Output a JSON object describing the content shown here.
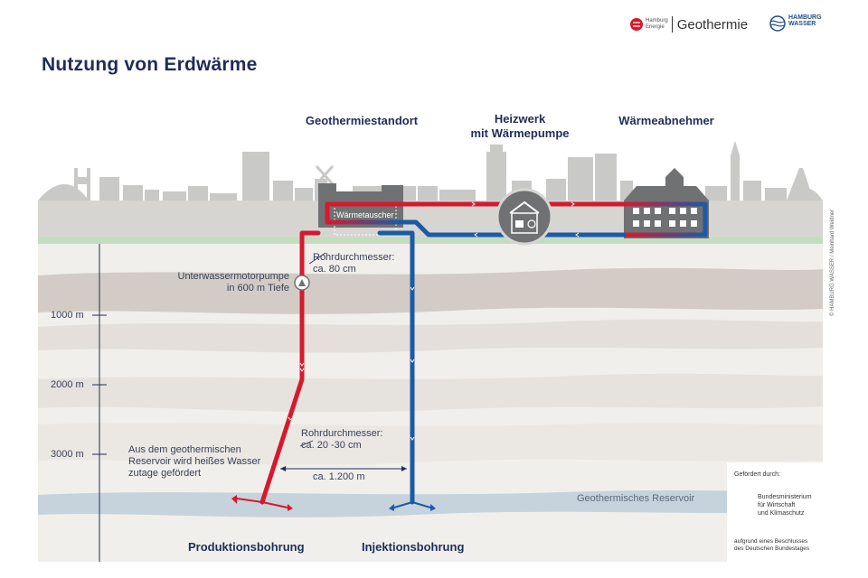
{
  "title": "Nutzung von Erdwärme",
  "logos": {
    "hamburg_energie_small": [
      "Hamburg",
      "Energie"
    ],
    "geothermie": "Geothermie",
    "hamburg_wasser": [
      "HAMBURG",
      "WASSER"
    ]
  },
  "headers": {
    "site": "Geothermiestandort",
    "plant_line1": "Heizwerk",
    "plant_line2": "mit Wärmepumpe",
    "consumer": "Wärmeabnehmer"
  },
  "labels": {
    "heat_exchanger": "Wärmetauscher",
    "pipe_top_line1": "Rohrdurchmesser:",
    "pipe_top_line2": "ca. 80 cm",
    "pump_line1": "Unterwassermotorpumpe",
    "pump_line2": "in 600 m Tiefe",
    "pipe_bottom_line1": "Rohrdurchmesser:",
    "pipe_bottom_line2": "ca. 20 -30 cm",
    "reservoir_note_line1": "Aus dem geothermischen",
    "reservoir_note_line2": "Reservoir wird heißes Wasser",
    "reservoir_note_line3": "zutage gefördert",
    "distance": "ca. 1.200 m",
    "reservoir": "Geothermisches Reservoir"
  },
  "depth_ticks": [
    "1000 m",
    "2000 m",
    "3000 m"
  ],
  "bottom": {
    "production": "Produktionsbohrung",
    "injection": "Injektionsbohrung"
  },
  "funding": {
    "heading": "Gefördert durch:",
    "ministry_line1": "Bundesministerium",
    "ministry_line2": "für Wirtschaft",
    "ministry_line3": "und Klimaschutz",
    "note_line1": "aufgrund eines Beschlusses",
    "note_line2": "des Deutschen Bundestages"
  },
  "copyright": "© HAMBURG WASSER / Meinhard Weidner",
  "colors": {
    "hot": "#d7192d",
    "cold": "#1d5aa6",
    "navy": "#1f2d5a",
    "ground": "#d6d5d1",
    "skyline": "#c9c9c7",
    "grass": "#c4dcc0",
    "reservoir": "#c7d3dc"
  }
}
